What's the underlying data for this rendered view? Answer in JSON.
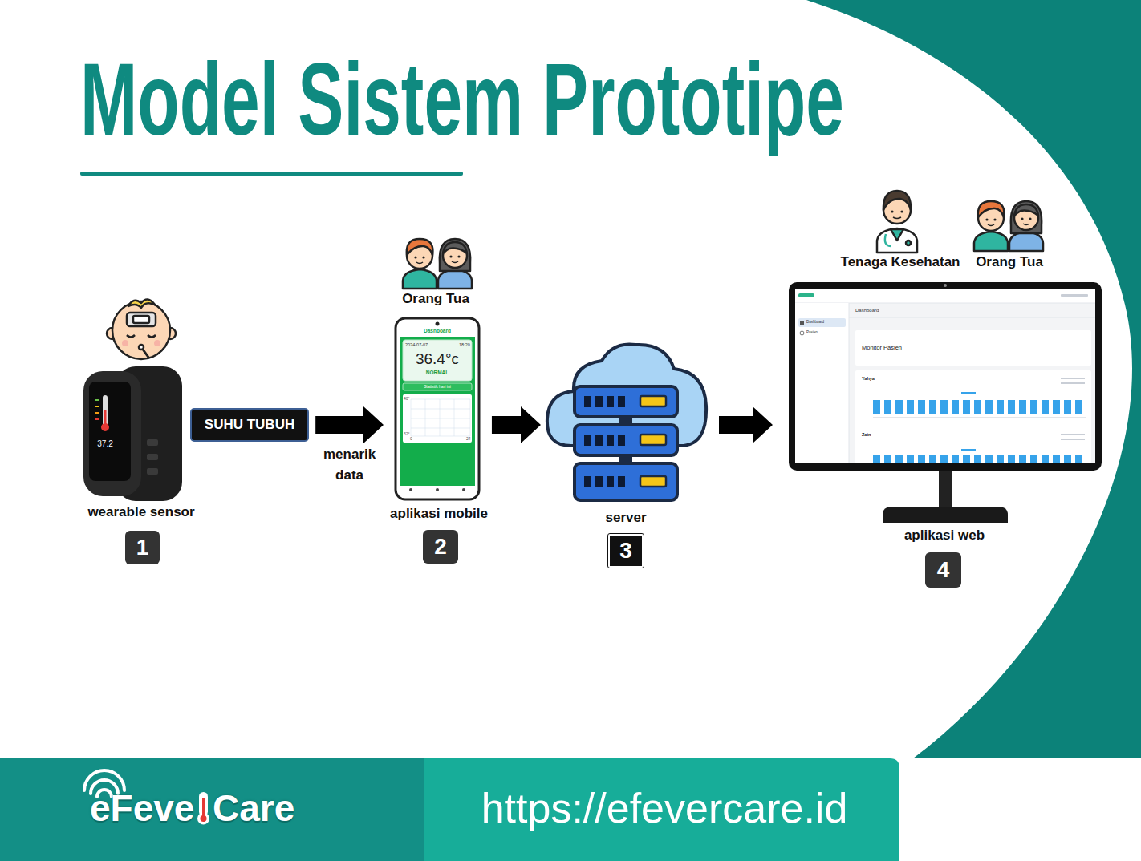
{
  "diagram": {
    "title": "Model Sistem Prototipe",
    "nodes": [
      {
        "text": [
          "wearable sensor",
          "1"
        ]
      },
      {
        "text": [
          "SUHU TUBUH"
        ]
      },
      {
        "text": [
          "Orang Tua",
          "aplikasi mobile",
          "2"
        ]
      },
      {
        "text": [
          "server",
          "3"
        ]
      },
      {
        "text": [
          "Tenaga Kesehatan",
          "Orang Tua",
          "aplikasi web",
          "4"
        ]
      }
    ],
    "edges": [
      {
        "from": 1,
        "to": 2,
        "arrow": "to",
        "label": "menarik data"
      },
      {
        "from": 2,
        "to": 3,
        "arrow": "to"
      },
      {
        "from": 3,
        "to": 4,
        "arrow": "to"
      }
    ],
    "labels": [
      "37.2",
      "Dashboard",
      "2024-07-07",
      "18:20",
      "36.4°c",
      "NORMAL",
      "Statistik hari ini",
      "40°",
      "32°",
      "0",
      "24",
      "Dashboard",
      "Dashboard",
      "Pasien",
      "Monitor Pasien",
      "Yahya",
      "Zain",
      "eFeve",
      "Care",
      "https://efevercare.id"
    ]
  }
}
